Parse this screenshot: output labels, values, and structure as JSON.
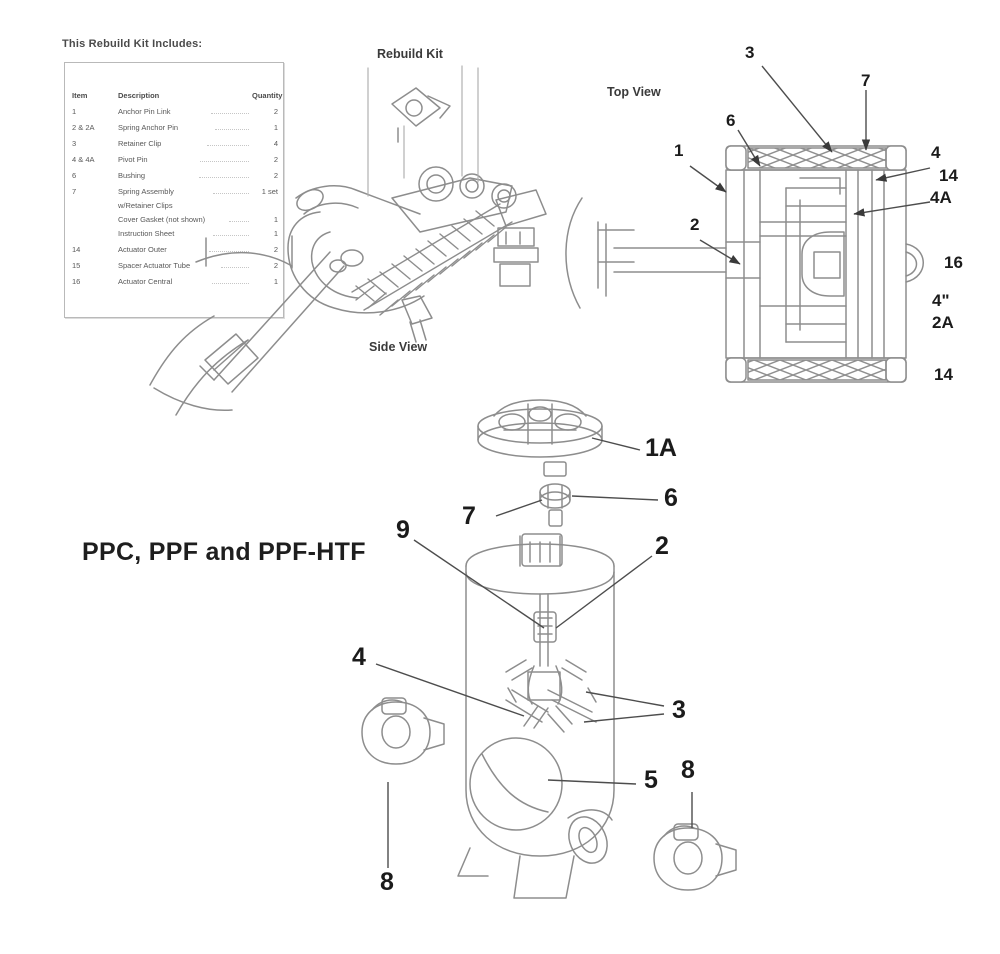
{
  "document": {
    "heading": "PPC, PPF and PPF-HTF",
    "kit_title": "This Rebuild Kit Includes:"
  },
  "captions": {
    "rebuild_kit": "Rebuild Kit",
    "side_view": "Side View",
    "top_view": "Top View"
  },
  "parts_table": {
    "columns": {
      "item": "Item",
      "description": "Description",
      "quantity": "Quantity"
    },
    "rows": [
      {
        "item": "1",
        "description": "Anchor Pin Link",
        "qty": "2"
      },
      {
        "item": "2 & 2A",
        "description": "Spring Anchor Pin",
        "qty": "1"
      },
      {
        "item": "3",
        "description": "Retainer Clip",
        "qty": "4"
      },
      {
        "item": "4 & 4A",
        "description": "Pivot Pin",
        "qty": "2"
      },
      {
        "item": "6",
        "description": "Bushing",
        "qty": "2"
      },
      {
        "item": "7",
        "description": "Spring Assembly",
        "qty": "1 set"
      },
      {
        "item": "",
        "description": "w/Retainer Clips",
        "qty": ""
      },
      {
        "item": "",
        "description": "Cover Gasket (not shown)",
        "qty": "1"
      },
      {
        "item": "",
        "description": "Instruction Sheet",
        "qty": "1"
      },
      {
        "item": "14",
        "description": "Actuator  Outer",
        "qty": "2"
      },
      {
        "item": "15",
        "description": "Spacer  Actuator Tube",
        "qty": "2"
      },
      {
        "item": "16",
        "description": "Actuator  Central",
        "qty": "1"
      }
    ]
  },
  "callouts": {
    "top_view": [
      {
        "id": "tv-3",
        "label": "3"
      },
      {
        "id": "tv-7",
        "label": "7"
      },
      {
        "id": "tv-6",
        "label": "6"
      },
      {
        "id": "tv-1",
        "label": "1"
      },
      {
        "id": "tv-2",
        "label": "2"
      },
      {
        "id": "tv-4",
        "label": "4"
      },
      {
        "id": "tv-14a",
        "label": "14"
      },
      {
        "id": "tv-4a",
        "label": "4A"
      },
      {
        "id": "tv-16",
        "label": "16"
      },
      {
        "id": "tv-4q",
        "label": "4\""
      },
      {
        "id": "tv-2a",
        "label": "2A"
      },
      {
        "id": "tv-14b",
        "label": "14"
      }
    ],
    "assembly": [
      {
        "id": "as-1a",
        "label": "1A"
      },
      {
        "id": "as-6",
        "label": "6"
      },
      {
        "id": "as-7",
        "label": "7"
      },
      {
        "id": "as-9",
        "label": "9"
      },
      {
        "id": "as-2",
        "label": "2"
      },
      {
        "id": "as-4",
        "label": "4"
      },
      {
        "id": "as-3",
        "label": "3"
      },
      {
        "id": "as-5",
        "label": "5"
      },
      {
        "id": "as-8r",
        "label": "8"
      },
      {
        "id": "as-8l",
        "label": "8"
      }
    ]
  },
  "colors": {
    "line": "#8d8d8d",
    "line_dark": "#6e6e6e",
    "text": "#1b1b1b",
    "hatch": "#9a9a9a",
    "box_border": "#b9b9b9"
  }
}
